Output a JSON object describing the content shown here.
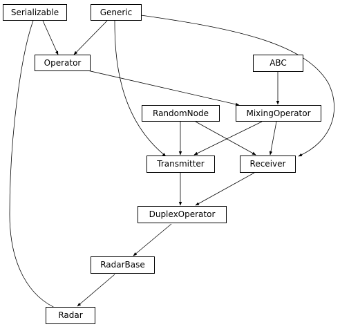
{
  "nodes": {
    "serializable": "Serializable",
    "generic": "Generic",
    "operator": "Operator",
    "abc": "ABC",
    "random_node": "RandomNode",
    "mixing_operator": "MixingOperator",
    "transmitter": "Transmitter",
    "receiver": "Receiver",
    "duplex_operator": "DuplexOperator",
    "radar_base": "RadarBase",
    "radar": "Radar"
  },
  "edges": [
    {
      "from": "Serializable",
      "to": "Operator"
    },
    {
      "from": "Serializable",
      "to": "Radar"
    },
    {
      "from": "Generic",
      "to": "Operator"
    },
    {
      "from": "Generic",
      "to": "Transmitter"
    },
    {
      "from": "Generic",
      "to": "Receiver"
    },
    {
      "from": "Operator",
      "to": "MixingOperator"
    },
    {
      "from": "ABC",
      "to": "MixingOperator"
    },
    {
      "from": "RandomNode",
      "to": "Transmitter"
    },
    {
      "from": "RandomNode",
      "to": "Receiver"
    },
    {
      "from": "MixingOperator",
      "to": "Transmitter"
    },
    {
      "from": "MixingOperator",
      "to": "Receiver"
    },
    {
      "from": "Transmitter",
      "to": "DuplexOperator"
    },
    {
      "from": "Receiver",
      "to": "DuplexOperator"
    },
    {
      "from": "DuplexOperator",
      "to": "RadarBase"
    },
    {
      "from": "RadarBase",
      "to": "Radar"
    }
  ]
}
